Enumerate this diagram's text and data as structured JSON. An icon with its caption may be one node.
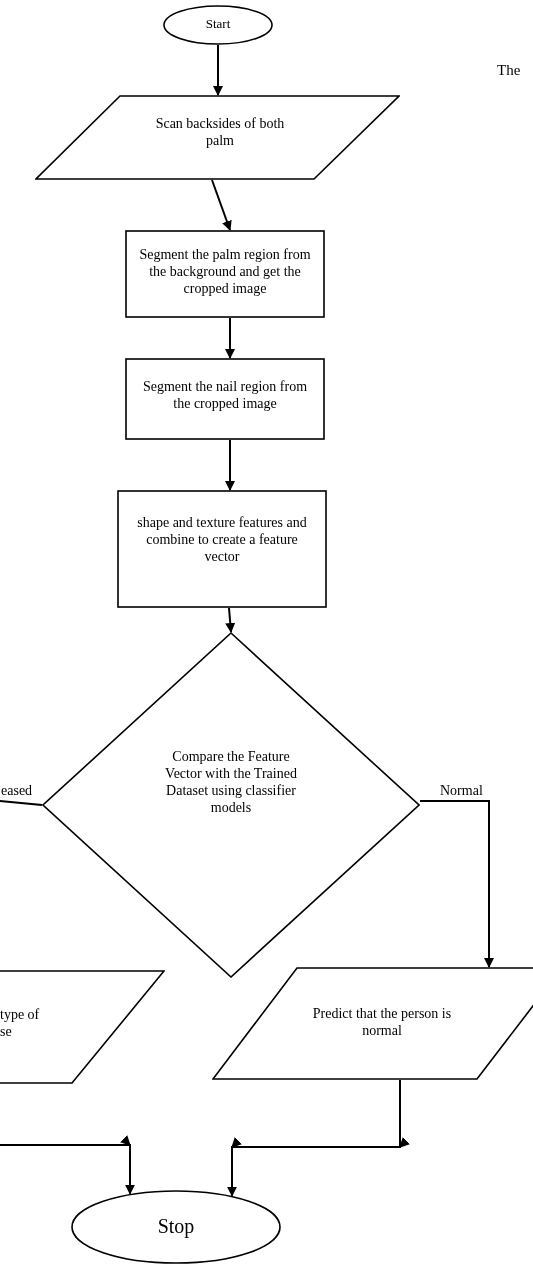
{
  "diagram": {
    "nodes": [
      {
        "text": [
          "Start"
        ]
      },
      {
        "text": [
          "Scan backsides of both palm"
        ]
      },
      {
        "text": [
          "Segment the palm region from the background and get the cropped image"
        ]
      },
      {
        "text": [
          "Segment the nail region from the cropped image"
        ]
      },
      {
        "text": [
          "shape and texture features and combine to create a feature vector"
        ]
      },
      {
        "text": [
          "Compare the Feature Vector with the Trained Dataset using classifier models"
        ]
      },
      {
        "text": [
          "type of se"
        ]
      },
      {
        "text": [
          "Predict that the person is normal"
        ]
      },
      {
        "text": [
          "Stop"
        ]
      }
    ],
    "edges": [
      {
        "from": 0,
        "to": 1,
        "arrow": "to"
      },
      {
        "from": 1,
        "to": 2,
        "arrow": "to"
      },
      {
        "from": 2,
        "to": 3,
        "arrow": "to"
      },
      {
        "from": 3,
        "to": 4,
        "arrow": "to"
      },
      {
        "from": 4,
        "to": 5,
        "arrow": "to"
      },
      {
        "from": 5,
        "to": 7,
        "arrow": "to",
        "label": "Normal"
      },
      {
        "from": 5,
        "to": null,
        "arrow": "none",
        "label": "eased"
      },
      {
        "from": null,
        "to": 8,
        "arrow": "to"
      },
      {
        "from": 7,
        "to": 8,
        "arrow": "to"
      }
    ],
    "labels": [
      "The"
    ]
  }
}
